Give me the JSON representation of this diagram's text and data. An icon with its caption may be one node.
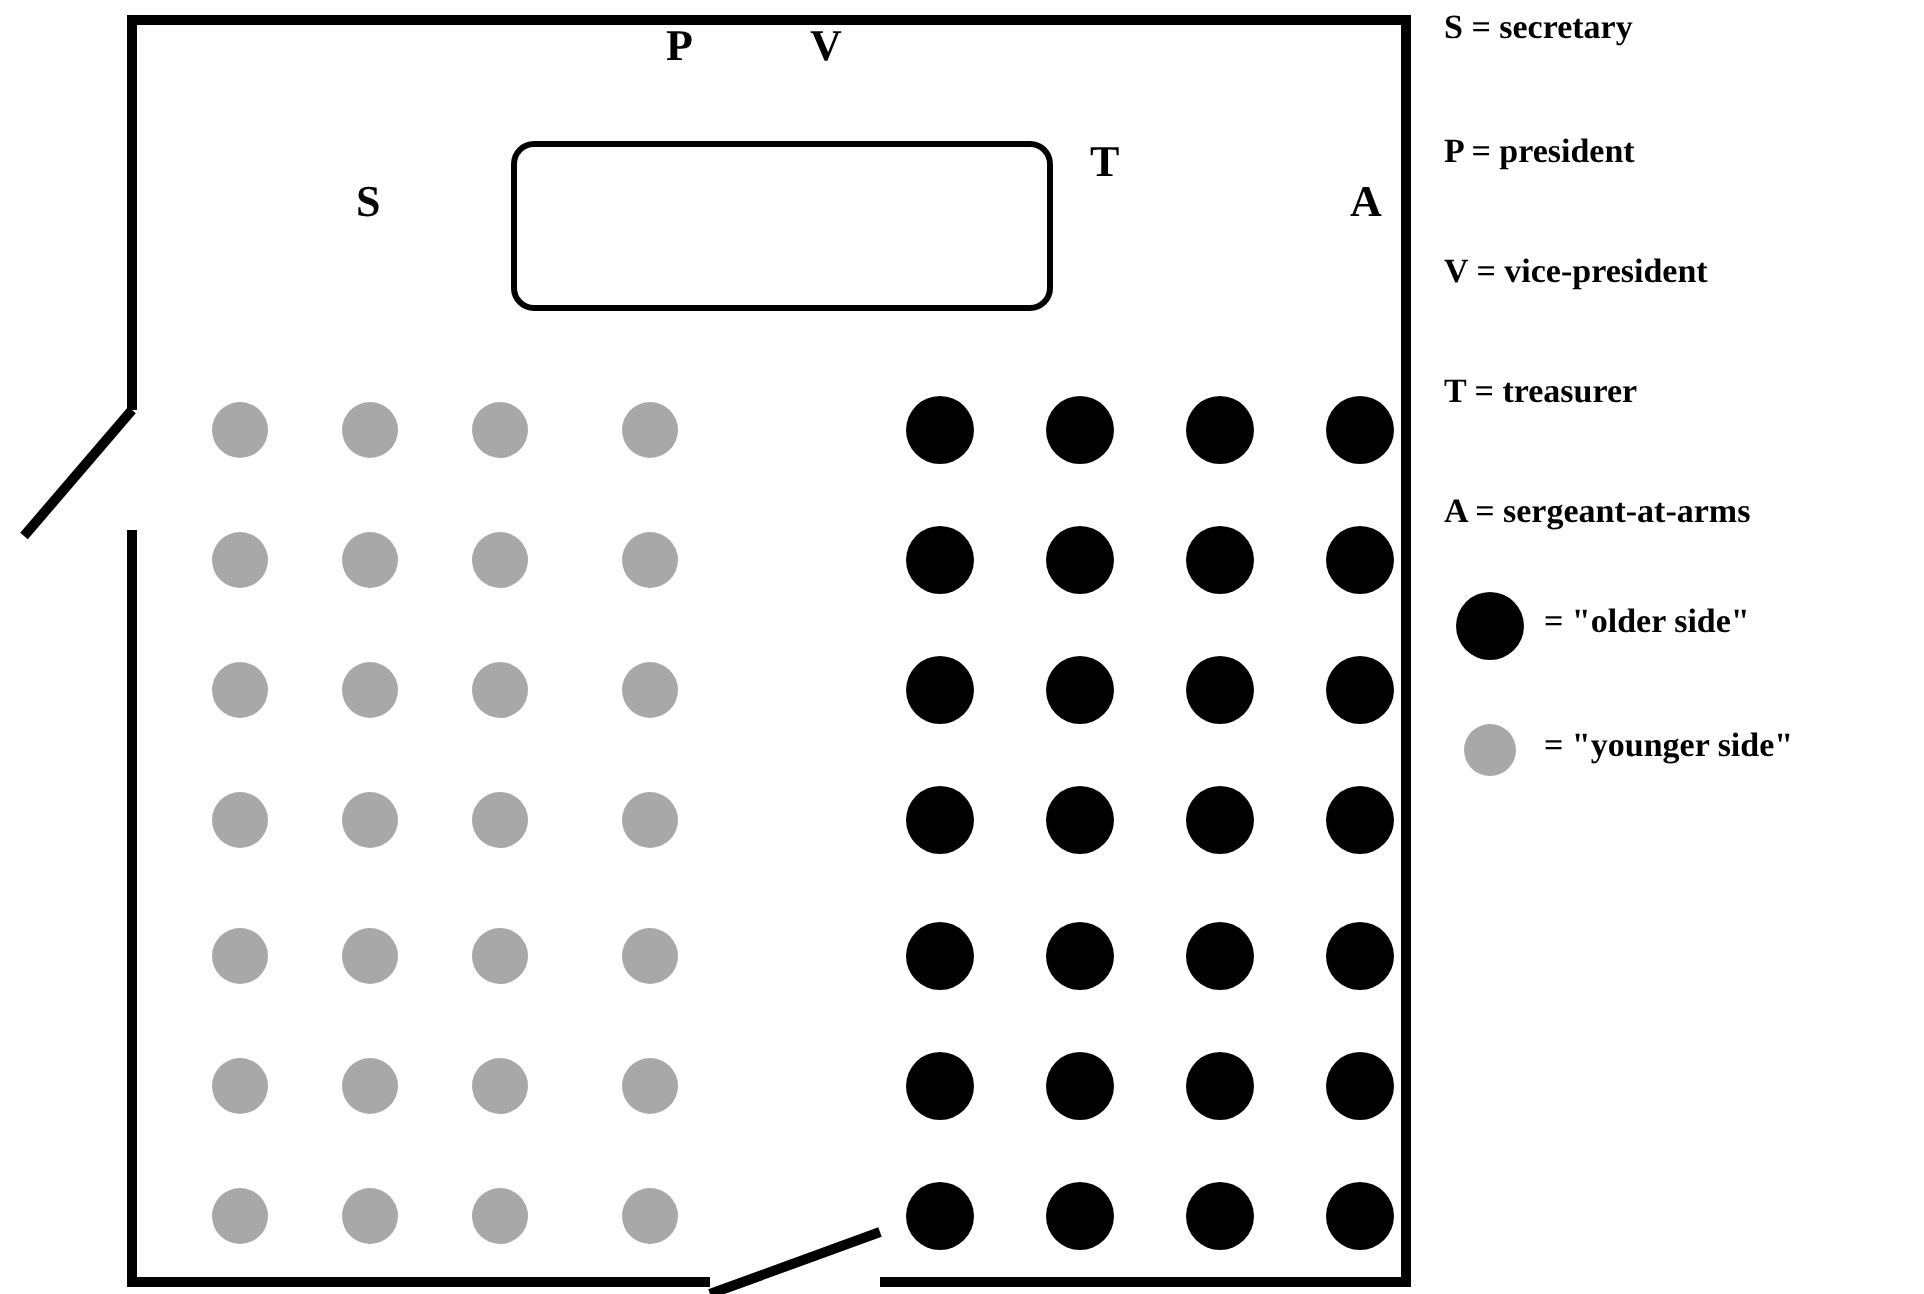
{
  "diagram": {
    "nodes": [
      {
        "text": [],
        "shape": "box"
      }
    ],
    "labels": [
      "P",
      "V",
      "S",
      "T",
      "A",
      "S = secretary",
      "P = president",
      "V = vice-president",
      "T = treasurer",
      "A = sergeant-at-arms"
    ],
    "legend": [
      {
        "text": "= \"older side\"",
        "color": "#000000"
      },
      {
        "text": "= \"younger side\"",
        "color": "#a8a8a8"
      }
    ]
  }
}
